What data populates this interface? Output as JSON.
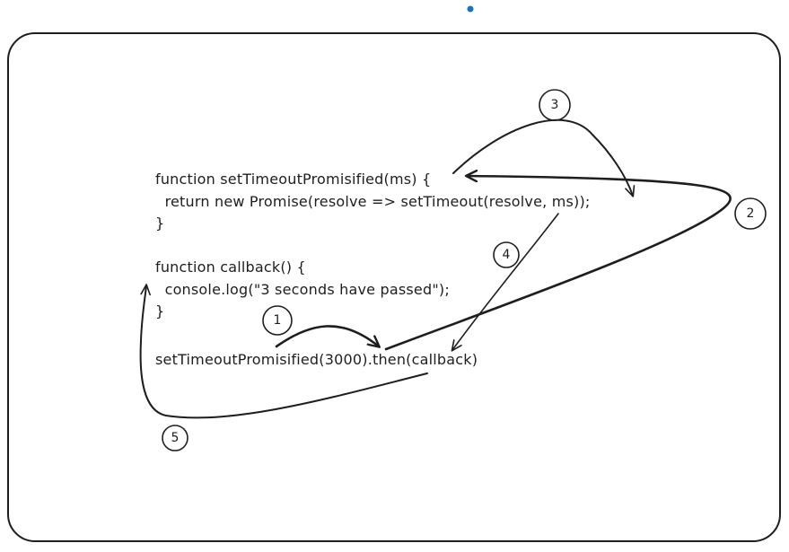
{
  "code": {
    "line1": "function setTimeoutPromisified(ms) {",
    "line2": "  return new Promise(resolve => setTimeout(resolve, ms));",
    "line3": "}",
    "line4": "function callback() {",
    "line5": "  console.log(\"3 seconds have passed\");",
    "line6": "}",
    "line7": "setTimeoutPromisified(3000).then(callback)"
  },
  "steps": {
    "s1": "1",
    "s2": "2",
    "s3": "3",
    "s4": "4",
    "s5": "5"
  },
  "colors": {
    "stroke": "#1e1e1e",
    "selection_dot": "#1971c2",
    "background": "#ffffff"
  }
}
